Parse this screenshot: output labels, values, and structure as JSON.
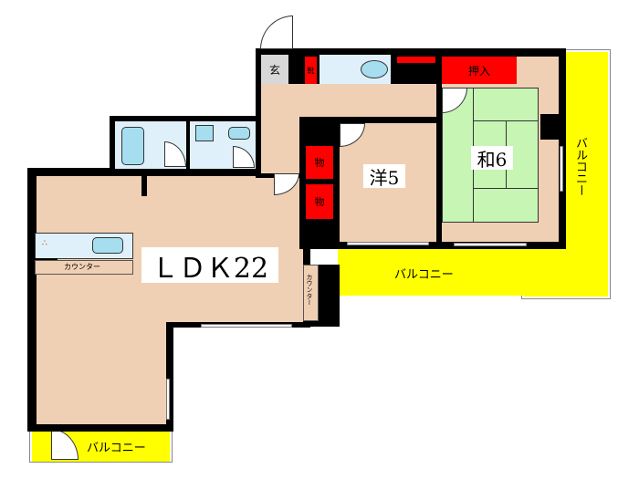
{
  "rooms": {
    "ldk": "ＬＤＫ22",
    "western": "洋5",
    "japanese": "和6",
    "entrance": "玄",
    "shoe_closet": "靴",
    "closet_1": "物",
    "closet_2": "物",
    "oshiire": "押入",
    "kitchen_counter": "カウンター",
    "side_counter": "カウンター",
    "balcony_south": "バルコニー",
    "balcony_east": "バルコニー",
    "balcony_small": "バルコニー"
  },
  "colors": {
    "floor": "#f0d0b4",
    "closet": "#ff0000",
    "balcony": "#ffff00",
    "tatami": "#c7f5b4",
    "wet_area": "#dff0fb"
  }
}
